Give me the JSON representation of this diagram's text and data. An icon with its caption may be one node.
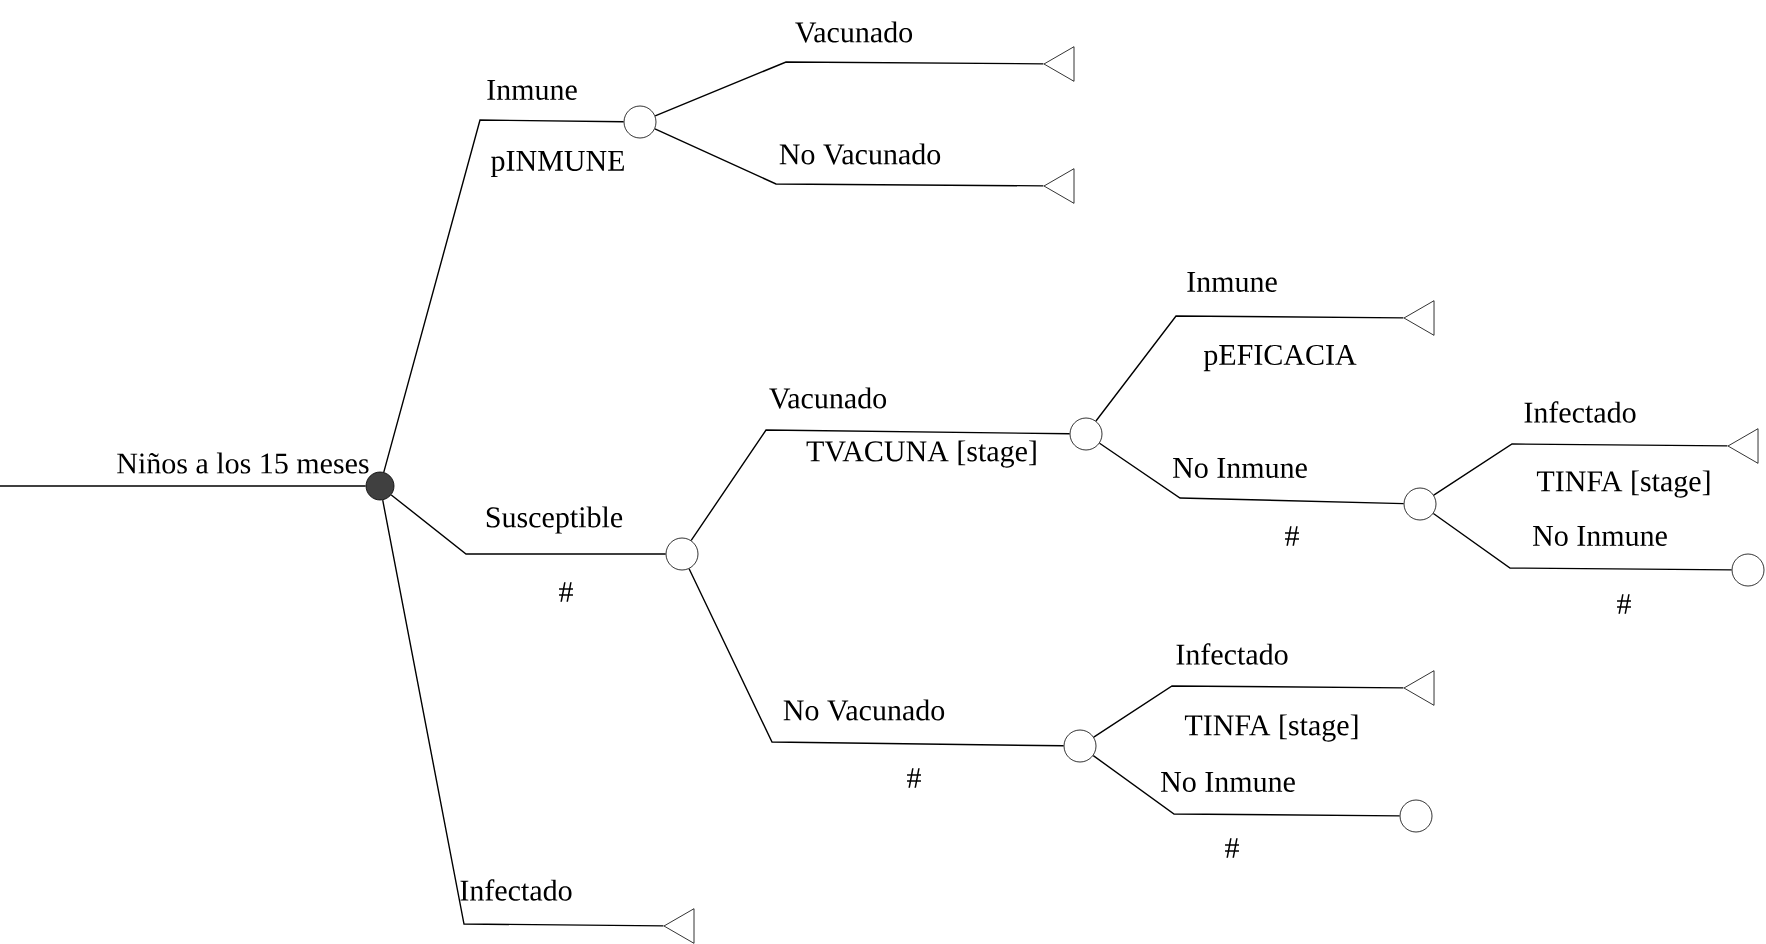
{
  "diagram": {
    "nodes": [
      {
        "text": [],
        "shape": "circle",
        "beside": [
          "Niños a los 15 meses"
        ]
      },
      {
        "text": [],
        "shape": "circle"
      },
      {
        "text": [],
        "shape": "triangle"
      },
      {
        "text": [],
        "shape": "triangle"
      },
      {
        "text": [],
        "shape": "circle"
      },
      {
        "text": [],
        "shape": "circle"
      },
      {
        "text": [],
        "shape": "triangle"
      },
      {
        "text": [],
        "shape": "circle"
      },
      {
        "text": [],
        "shape": "triangle"
      },
      {
        "text": [],
        "shape": "circle"
      },
      {
        "text": [],
        "shape": "circle"
      },
      {
        "text": [],
        "shape": "triangle"
      },
      {
        "text": [],
        "shape": "circle"
      },
      {
        "text": [],
        "shape": "triangle"
      }
    ],
    "edges": [
      {
        "from": null,
        "to": 0,
        "arrow": "none"
      },
      {
        "from": 0,
        "to": 1,
        "arrow": "none",
        "label": "Inmune"
      },
      {
        "from": 1,
        "to": 2,
        "arrow": "none",
        "label": "Vacunado"
      },
      {
        "from": 1,
        "to": 3,
        "arrow": "none",
        "label": "No Vacunado"
      },
      {
        "from": 0,
        "to": 4,
        "arrow": "none",
        "label": "Susceptible"
      },
      {
        "from": 4,
        "to": 5,
        "arrow": "none",
        "label": "Vacunado"
      },
      {
        "from": 5,
        "to": 6,
        "arrow": "none",
        "label": "Inmune"
      },
      {
        "from": 5,
        "to": 7,
        "arrow": "none",
        "label": "No Inmune"
      },
      {
        "from": 7,
        "to": 8,
        "arrow": "none",
        "label": "Infectado"
      },
      {
        "from": 7,
        "to": 9,
        "arrow": "none",
        "label": "No Inmune"
      },
      {
        "from": 4,
        "to": 10,
        "arrow": "none",
        "label": "No Vacunado"
      },
      {
        "from": 10,
        "to": 11,
        "arrow": "none",
        "label": "Infectado"
      },
      {
        "from": 10,
        "to": 12,
        "arrow": "none",
        "label": "No Inmune"
      },
      {
        "from": 0,
        "to": 13,
        "arrow": "none",
        "label": "Infectado"
      }
    ],
    "labels": [
      "pINMUNE",
      "pEFICACIA",
      "TVACUNA [stage]",
      "TINFA [stage]",
      "#",
      "#",
      "#",
      "TINFA [stage]",
      "#",
      "#"
    ]
  }
}
